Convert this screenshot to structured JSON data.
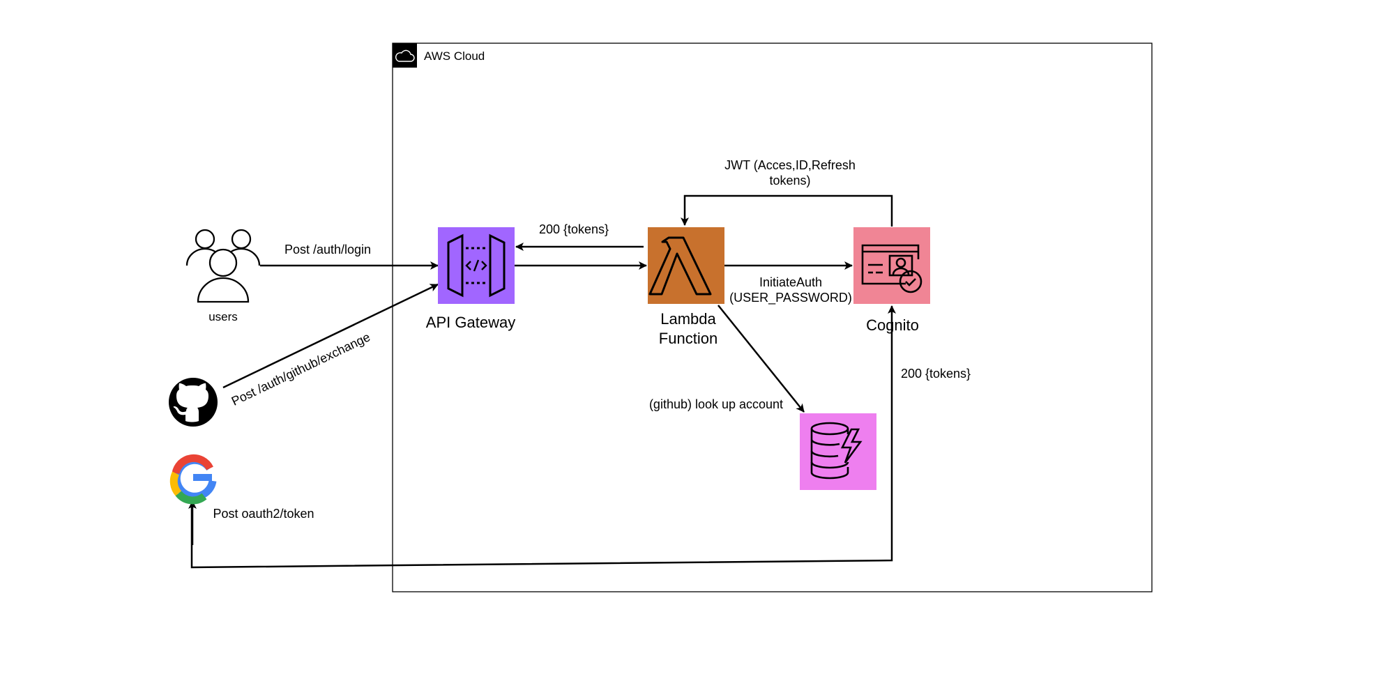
{
  "group": {
    "title": "AWS Cloud",
    "icon": "cloud-icon"
  },
  "nodes": {
    "users": {
      "label": "users",
      "icon": "users-icon"
    },
    "github": {
      "icon": "github-icon"
    },
    "google": {
      "icon": "google-icon"
    },
    "api_gateway": {
      "label": "API Gateway",
      "icon": "api-gateway-icon",
      "color": "#A166FF"
    },
    "lambda": {
      "label_line1": "Lambda",
      "label_line2": "Function",
      "icon": "lambda-icon",
      "color": "#C8712D"
    },
    "cognito": {
      "label": "Cognito",
      "icon": "cognito-icon",
      "color": "#F08595"
    },
    "dynamodb": {
      "icon": "dynamodb-icon",
      "color": "#EE7FEF"
    }
  },
  "edges": {
    "users_to_api": "Post /auth/login",
    "github_to_api": "Post /auth/github/exchange",
    "lambda_to_api": "200 {tokens}",
    "lambda_to_cognito_line1": "InitiateAuth",
    "lambda_to_cognito_line2": "(USER_PASSWORD)",
    "cognito_to_lambda_line1": "JWT (Acces,ID,Refresh",
    "cognito_to_lambda_line2": "tokens)",
    "lambda_to_dynamo": "(github) look up account",
    "google_to_cognito": "200 {tokens}",
    "cognito_to_google": "Post oauth2/token"
  }
}
